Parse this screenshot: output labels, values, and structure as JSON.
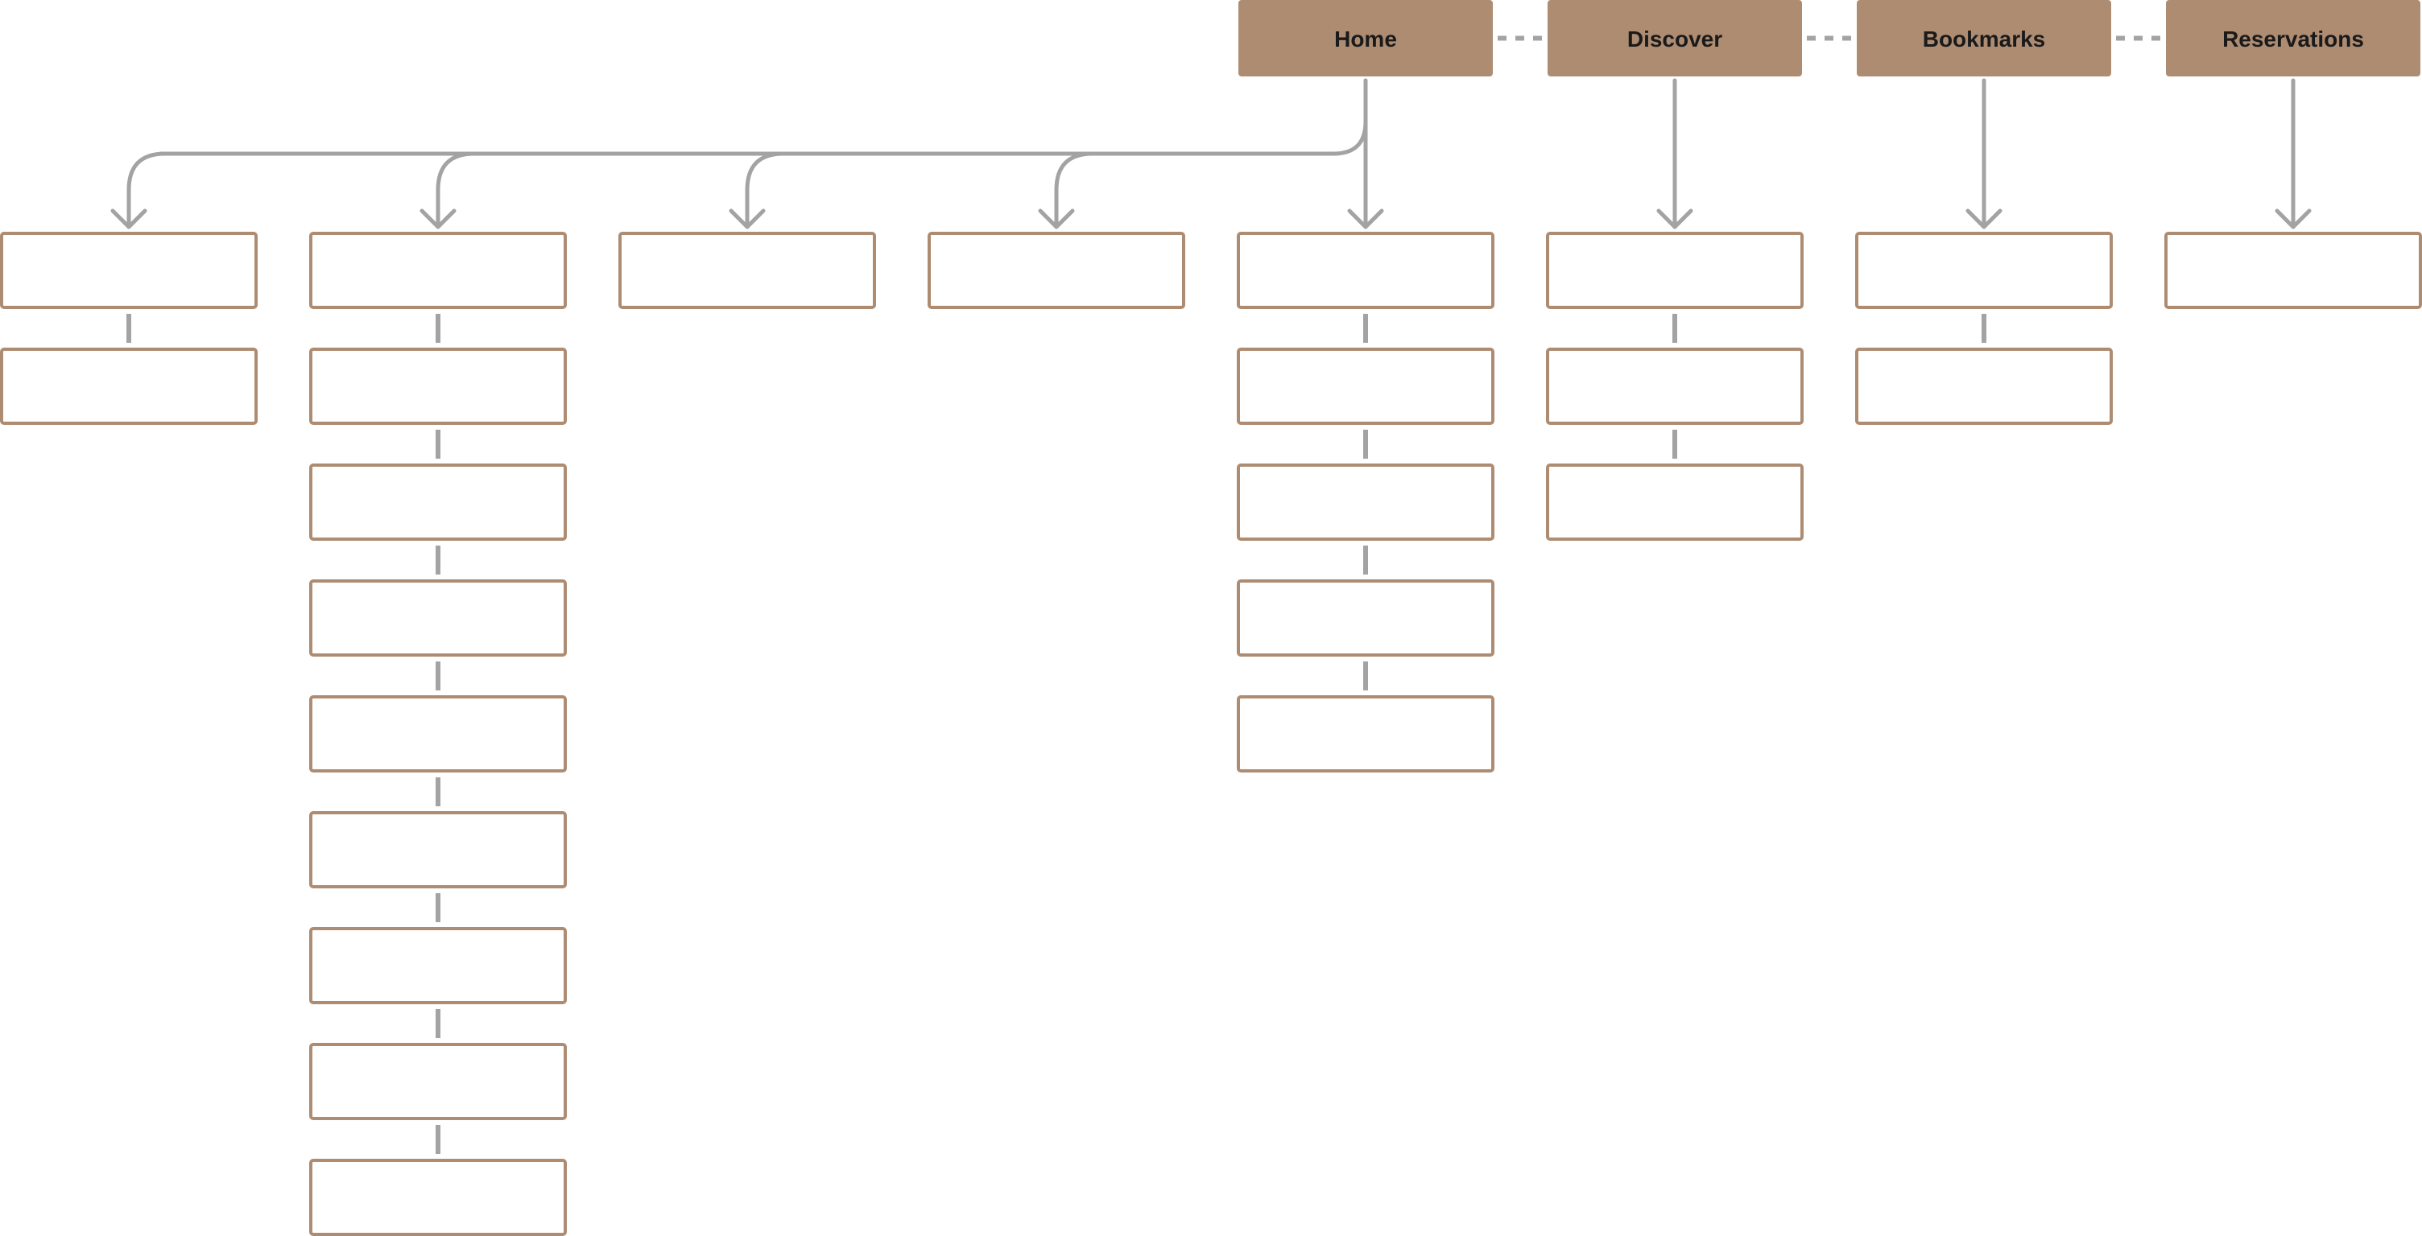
{
  "nav": {
    "items": [
      {
        "label": "Home",
        "children": 5
      },
      {
        "label": "Discover",
        "children": 1
      },
      {
        "label": "Bookmarks",
        "children": 1
      },
      {
        "label": "Reservations",
        "children": 1
      }
    ]
  },
  "columns": [
    {
      "parent": "Home",
      "pages": 2
    },
    {
      "parent": "Home",
      "pages": 9
    },
    {
      "parent": "Home",
      "pages": 1
    },
    {
      "parent": "Home",
      "pages": 1
    },
    {
      "parent": "Home",
      "pages": 5
    },
    {
      "parent": "Discover",
      "pages": 3
    },
    {
      "parent": "Bookmarks",
      "pages": 2
    },
    {
      "parent": "Reservations",
      "pages": 1
    }
  ],
  "colors": {
    "nav_fill": "#ae8c72",
    "page_border": "#ae8c72",
    "connector": "#a3a3a3"
  }
}
